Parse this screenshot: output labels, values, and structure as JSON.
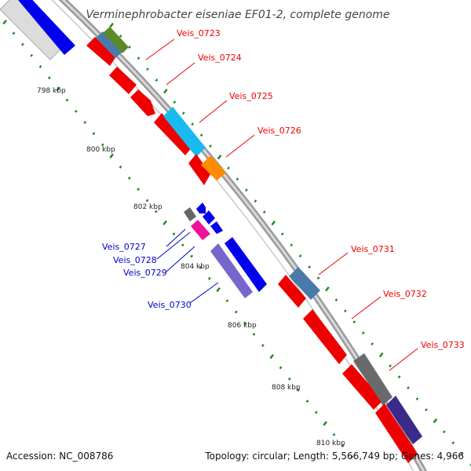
{
  "title": "Verminephrobacter eiseniae EF01-2, complete genome",
  "footer": {
    "accession": "Accession: NC_008786",
    "topology": "Topology: circular; Length: 5,566,749 bp; Genes: 4,966"
  },
  "colors": {
    "backbone": "#8a8a8a",
    "tick": "#1a8a1a",
    "label_red": "#ee0000",
    "label_blue": "#0000cc"
  },
  "kbp_ticks": [
    "798 kbp",
    "800 kbp",
    "802 kbp",
    "804 kbp",
    "806 kbp",
    "808 kbp",
    "810 kbp"
  ],
  "genes_right": [
    {
      "id": "Veis_0723",
      "color": "#ee0000"
    },
    {
      "id": "Veis_0724",
      "color": "#ee0000"
    },
    {
      "id": "Veis_0725",
      "color": "#ee0000"
    },
    {
      "id": "Veis_0726",
      "color": "#ee0000"
    },
    {
      "id": "Veis_0731",
      "color": "#ee0000"
    },
    {
      "id": "Veis_0732",
      "color": "#ee0000"
    },
    {
      "id": "Veis_0733",
      "color": "#ee0000"
    }
  ],
  "genes_left": [
    {
      "id": "Veis_0727",
      "color": "#0000cc"
    },
    {
      "id": "Veis_0728",
      "color": "#0000cc"
    },
    {
      "id": "Veis_0729",
      "color": "#0000cc"
    },
    {
      "id": "Veis_0730",
      "color": "#0000cc"
    }
  ]
}
